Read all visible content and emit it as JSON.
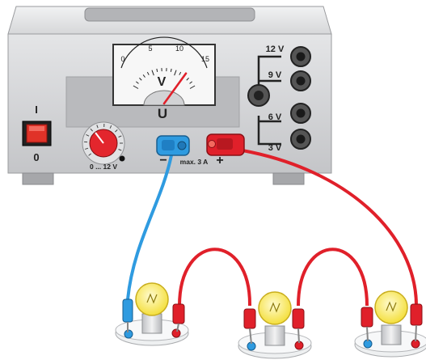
{
  "meter": {
    "ticks": [
      "0",
      "5",
      "10",
      "15"
    ],
    "unit": "V",
    "needle_value": 12
  },
  "panel_label": "U",
  "power_switch": {
    "on_label": "I",
    "off_label": "0"
  },
  "knob_range_label": "0 ... 12 V",
  "terminals": {
    "negative_sign": "−",
    "positive_sign": "+",
    "max_current_label": "max. 3 A"
  },
  "voltage_taps": [
    "12 V",
    "9 V",
    "6 V",
    "3 V"
  ],
  "colors": {
    "wire_blue": "#2f9be0",
    "wire_red": "#e0202a",
    "case": "#cfd0d2",
    "bulb_glow": "#fff27a"
  }
}
